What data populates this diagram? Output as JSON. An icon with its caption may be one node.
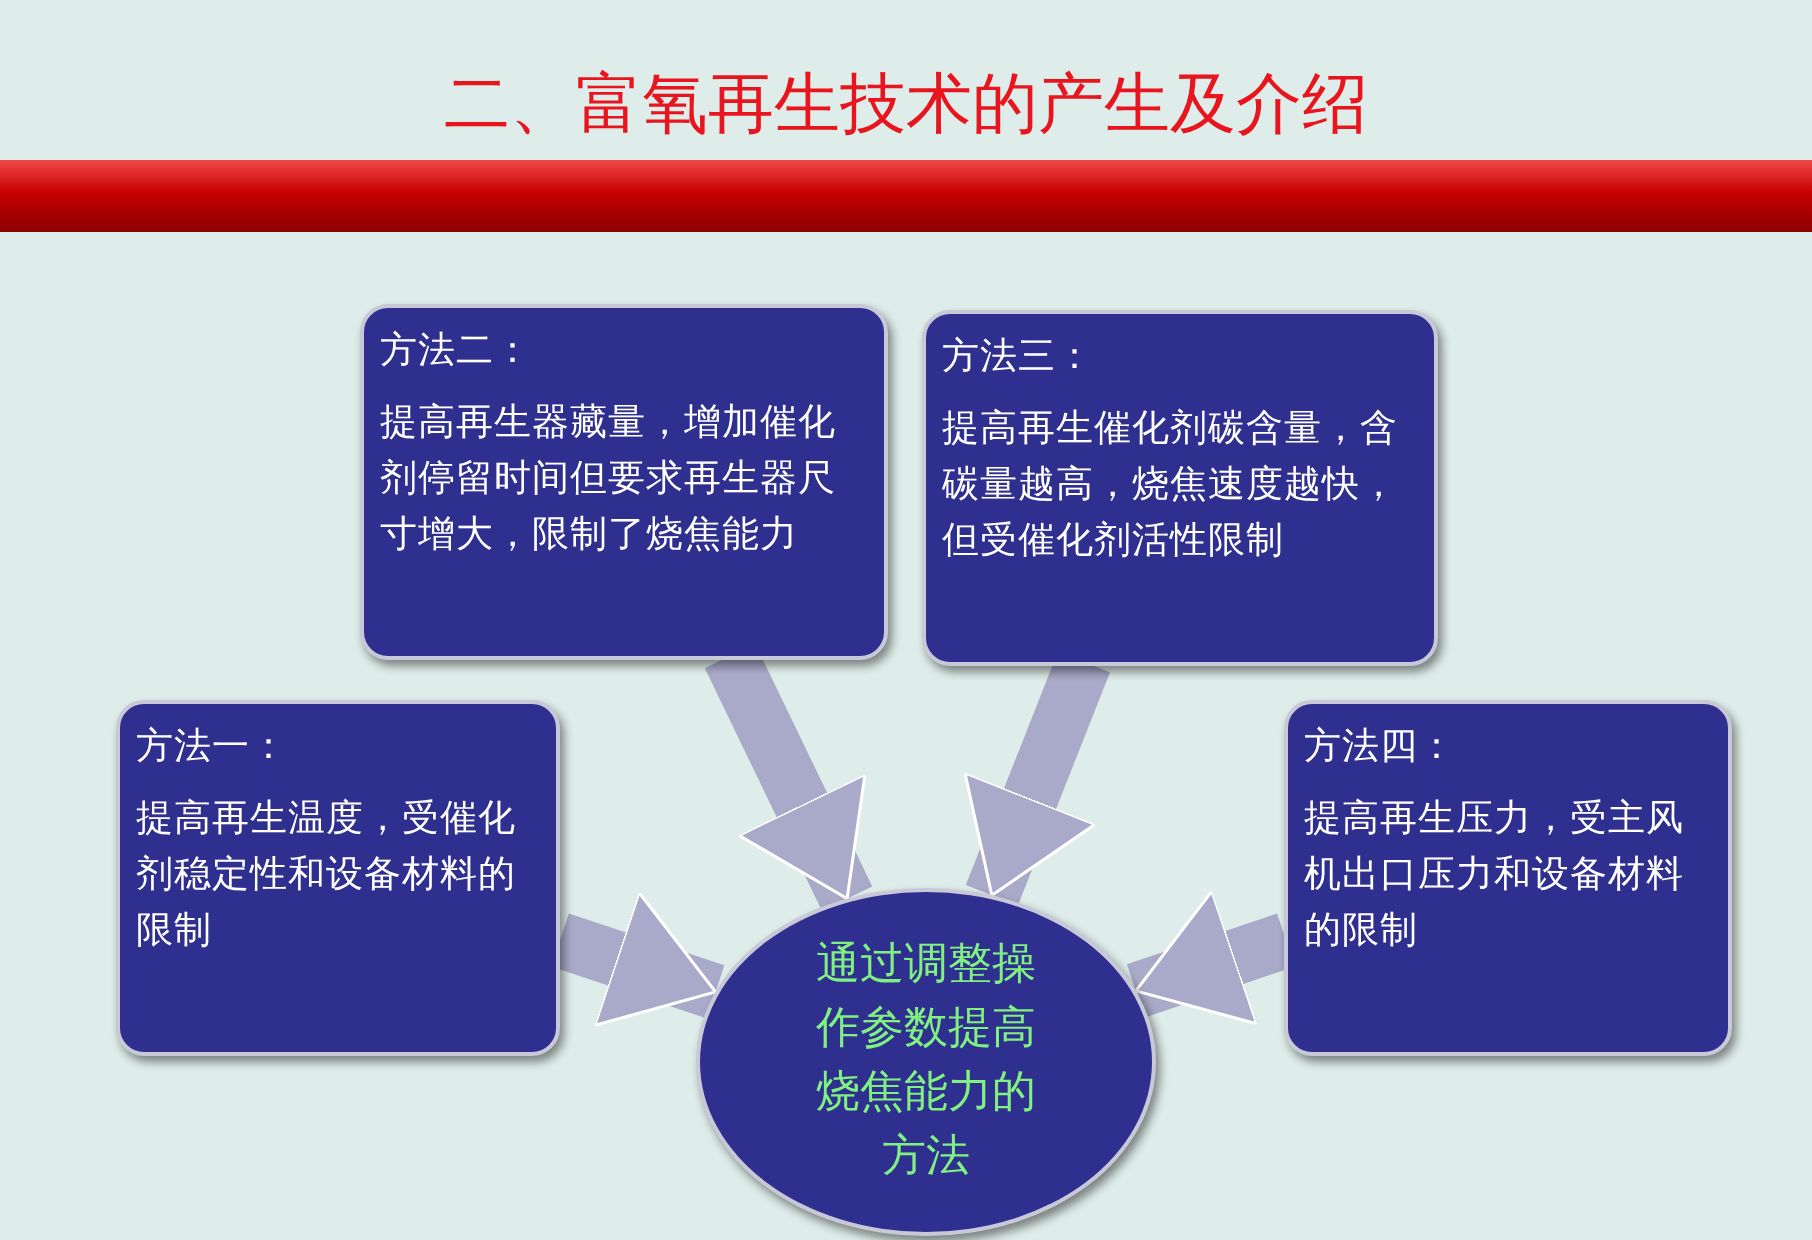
{
  "diagram": {
    "title": "二、富氧再生技术的产生及介绍",
    "nodes": [
      {
        "text": [
          "方法二：",
          "提高再生器藏量，增加催化剂停留时间但要求再生器尺寸增大，限制了烧焦能力"
        ]
      },
      {
        "text": [
          "方法三：",
          "提高再生催化剂碳含量，含碳量越高，烧焦速度越快，但受催化剂活性限制"
        ]
      },
      {
        "text": [
          "方法一：",
          "提高再生温度，受催化剂稳定性和设备材料的限制"
        ]
      },
      {
        "text": [
          "方法四：",
          "提高再生压力，受主风机出口压力和设备材料的限制"
        ]
      },
      {
        "text": [
          "通过调整操作参数提高烧焦能力的方法"
        ]
      }
    ],
    "edges": [
      {
        "from": 0,
        "to": 4,
        "arrow": "to"
      },
      {
        "from": 1,
        "to": 4,
        "arrow": "to"
      },
      {
        "from": 2,
        "to": 4,
        "arrow": "to"
      },
      {
        "from": 3,
        "to": 4,
        "arrow": "to"
      }
    ]
  }
}
